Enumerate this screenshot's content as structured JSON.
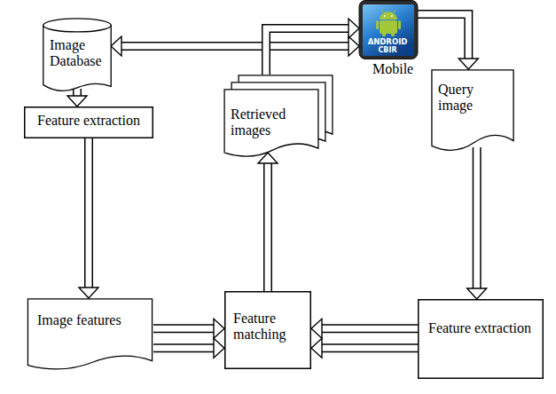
{
  "diagram": {
    "nodes": [
      {
        "text": [
          "Image Database"
        ]
      },
      {
        "text": [
          "Mobile"
        ]
      },
      {
        "text": [
          "Feature extraction"
        ]
      },
      {
        "text": [
          "Retrieved images"
        ]
      },
      {
        "text": [
          "Query image"
        ]
      },
      {
        "text": [
          "Image features"
        ]
      },
      {
        "text": [
          "Feature matching"
        ]
      },
      {
        "text": [
          "Feature extraction"
        ]
      }
    ],
    "edges": [
      {
        "from": 0,
        "to": 1,
        "arrow": "both"
      },
      {
        "from": 0,
        "to": 2,
        "arrow": "to"
      },
      {
        "from": 2,
        "to": 5,
        "arrow": "to"
      },
      {
        "from": 5,
        "to": 6,
        "arrow": "to"
      },
      {
        "from": 5,
        "to": 6,
        "arrow": "to"
      },
      {
        "from": 7,
        "to": 6,
        "arrow": "to"
      },
      {
        "from": 7,
        "to": 6,
        "arrow": "to"
      },
      {
        "from": 6,
        "to": 3,
        "arrow": "to"
      },
      {
        "from": 3,
        "to": 1,
        "arrow": "to"
      },
      {
        "from": 1,
        "to": 4,
        "arrow": "to"
      },
      {
        "from": 4,
        "to": 7,
        "arrow": "to"
      }
    ],
    "labels": [
      "ANDROID",
      "CBIR"
    ]
  }
}
